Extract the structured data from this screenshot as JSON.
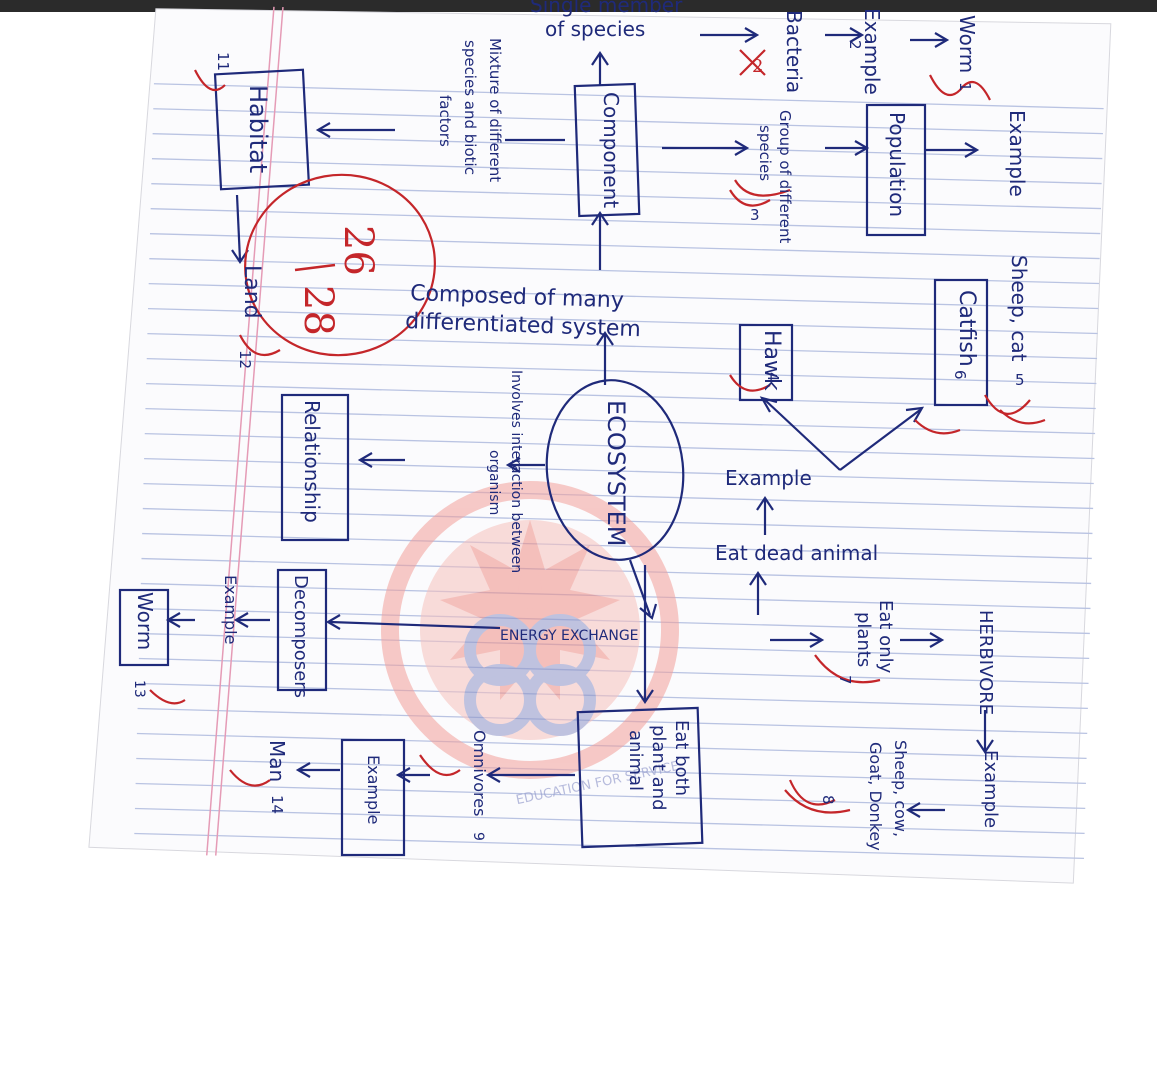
{
  "diagram": {
    "center": "ECOSYSTEM",
    "composed": [
      "Composed of many",
      "differentiated system"
    ],
    "component": "Component",
    "single_member": [
      "Single member",
      "of species"
    ],
    "bacteria": "Bacteria",
    "example_label": "Example",
    "worm_top": "Worm",
    "group_species": [
      "Group of different",
      "species"
    ],
    "population": "Population",
    "sheep_cat": "Sheep, cat",
    "mixture": [
      "Mixture of different",
      "species and biotic",
      "factors"
    ],
    "habitat": "Habitat",
    "land": "Land",
    "catfish": "Catfish",
    "hawk": "Hawk",
    "eat_dead": "Eat dead animal",
    "involves": [
      "Involves interaction between",
      "organism"
    ],
    "relationship": "Relationship",
    "energy_exchange": "ENERGY EXCHANGE",
    "decomposers": "Decomposers",
    "worm_bottom": "Worm",
    "eat_plants": [
      "Eat only",
      "plants"
    ],
    "herbivore": "HERBIVORE",
    "sheep_cow": [
      "Sheep, cow,",
      "Goat, Donkey"
    ],
    "eat_both": [
      "Eat both",
      "plant and",
      "animal"
    ],
    "omnivores": "Omnivores",
    "man": "Man"
  },
  "grading": {
    "score_top": "26",
    "score_bottom": "28",
    "numbers": [
      "1",
      "2",
      "3",
      "4",
      "5",
      "6",
      "7",
      "8",
      "9",
      "11",
      "12",
      "13",
      "14"
    ],
    "cross_number": "2"
  },
  "watermark": {
    "text": "EDUCATION FOR SERVICE"
  },
  "colors": {
    "ink": "#1f2a7a",
    "grade": "#c4262a",
    "rule": "#b9c3e2",
    "margin": "#e59bb6",
    "seal": "#f2a09a"
  }
}
